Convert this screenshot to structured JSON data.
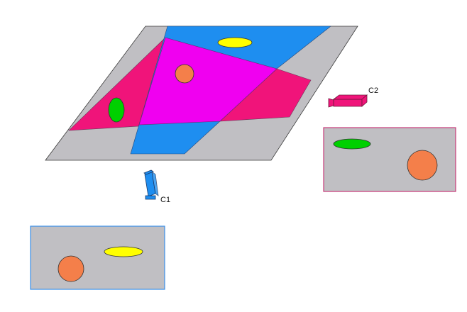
{
  "colors": {
    "floor": "#c0bfc3",
    "camera1": "#1e8ef0",
    "camera2": "#f0147a",
    "overlap": "#f000f0",
    "yellow_ellipse": "#ffff00",
    "green_ellipse": "#00d000",
    "orange_circle": "#f47f4a",
    "view1_border": "#3a8fe8",
    "view2_border": "#c83a78"
  },
  "cameras": [
    {
      "id": "c1",
      "label": "C1",
      "icon": "camera-icon"
    },
    {
      "id": "c2",
      "label": "C2",
      "icon": "camera-icon"
    }
  ],
  "views": [
    {
      "id": "view-c1",
      "objects": [
        "orange-circle",
        "yellow-ellipse"
      ]
    },
    {
      "id": "view-c2",
      "objects": [
        "green-ellipse",
        "orange-circle"
      ]
    }
  ]
}
